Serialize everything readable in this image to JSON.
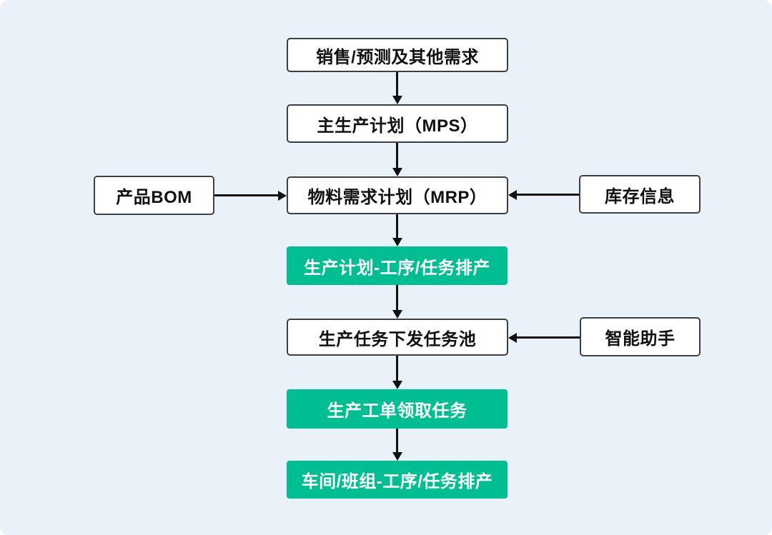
{
  "diagram": {
    "colors": {
      "background": "#E9F1F9",
      "node_white_bg": "#FFFFFF",
      "node_white_border": "#3F3F3F",
      "node_green_bg": "#00BE91",
      "node_green_text": "#FFFFFF",
      "arrow": "#111111",
      "text": "#111111"
    },
    "nodes": [
      {
        "id": "sales-forecast",
        "label": "销售/预测及其他需求",
        "style": "white"
      },
      {
        "id": "mps",
        "label": "主生产计划（MPS）",
        "style": "white"
      },
      {
        "id": "product-bom",
        "label": "产品BOM",
        "style": "white"
      },
      {
        "id": "mrp",
        "label": "物料需求计划（MRP）",
        "style": "white"
      },
      {
        "id": "inventory-info",
        "label": "库存信息",
        "style": "white"
      },
      {
        "id": "plan-scheduling",
        "label": "生产计划-工序/任务排产",
        "style": "green"
      },
      {
        "id": "task-pool",
        "label": "生产任务下发任务池",
        "style": "white"
      },
      {
        "id": "smart-assistant",
        "label": "智能助手",
        "style": "white"
      },
      {
        "id": "work-order-claim",
        "label": "生产工单领取任务",
        "style": "green"
      },
      {
        "id": "workshop-scheduling",
        "label": "车间/班组-工序/任务排产",
        "style": "green"
      }
    ],
    "edges": [
      {
        "from": "sales-forecast",
        "to": "mps",
        "direction": "down"
      },
      {
        "from": "mps",
        "to": "mrp",
        "direction": "down"
      },
      {
        "from": "product-bom",
        "to": "mrp",
        "direction": "right"
      },
      {
        "from": "inventory-info",
        "to": "mrp",
        "direction": "left"
      },
      {
        "from": "mrp",
        "to": "plan-scheduling",
        "direction": "down"
      },
      {
        "from": "plan-scheduling",
        "to": "task-pool",
        "direction": "down"
      },
      {
        "from": "smart-assistant",
        "to": "task-pool",
        "direction": "left"
      },
      {
        "from": "task-pool",
        "to": "work-order-claim",
        "direction": "down"
      },
      {
        "from": "work-order-claim",
        "to": "workshop-scheduling",
        "direction": "down"
      }
    ]
  }
}
